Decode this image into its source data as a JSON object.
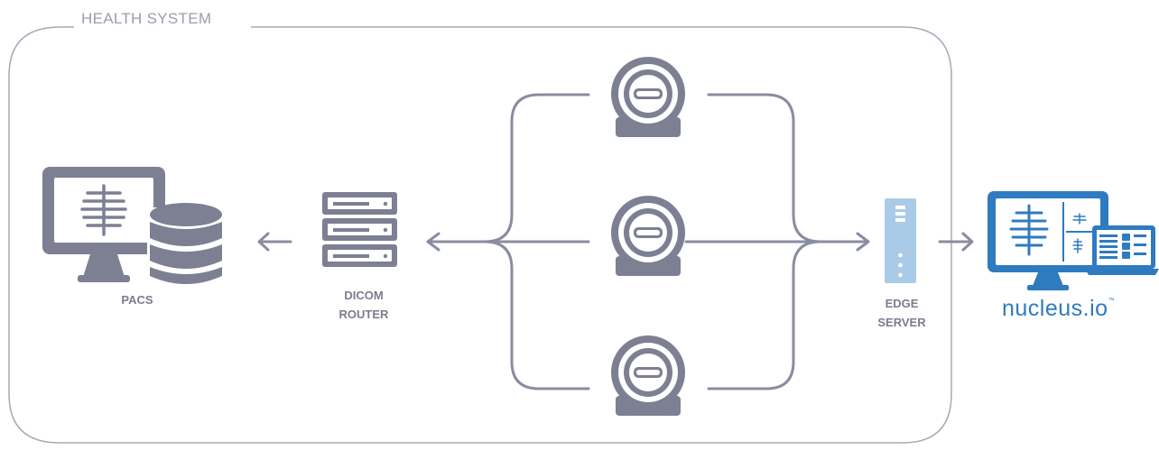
{
  "diagram": {
    "group_title": "HEALTH SYSTEM",
    "nodes": {
      "pacs": {
        "label": "PACS"
      },
      "dicom_router": {
        "label_line1": "DICOM",
        "label_line2": "ROUTER"
      },
      "modalities": [
        {
          "icon": "scanner-icon"
        },
        {
          "icon": "scanner-icon"
        },
        {
          "icon": "scanner-icon"
        }
      ],
      "edge_server": {
        "label_line1": "EDGE",
        "label_line2": "SERVER"
      },
      "nucleus": {
        "brand_main": "nucleus",
        "brand_dot": ".",
        "brand_suffix": "io",
        "brand_tm": "™"
      }
    },
    "colors": {
      "line": "#8a8ca0",
      "icon": "#7d7f93",
      "border": "#a6a8b6",
      "accent": "#2f7bbf",
      "edge_server": "#a9cbe8"
    }
  }
}
